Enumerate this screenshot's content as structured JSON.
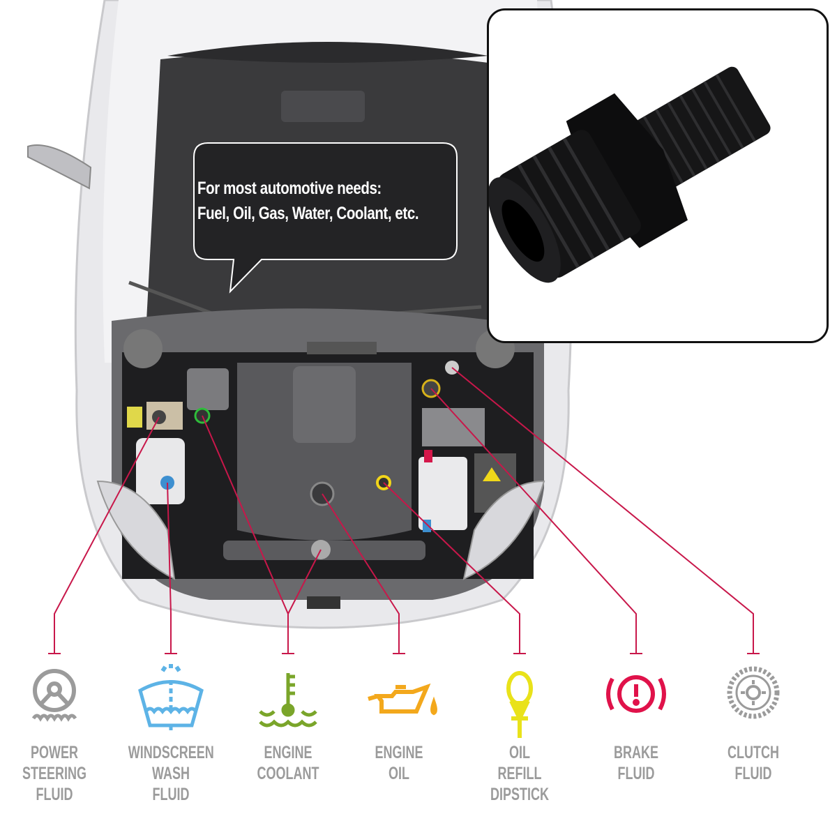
{
  "bubble": {
    "line1": "For most automotive needs:",
    "line2": "Fuel, Oil, Gas, Water, Coolant, etc."
  },
  "inset": {
    "subject": "black-fitting-adapter"
  },
  "colors": {
    "pointer": "#c8174a",
    "label": "#9b9b9b",
    "steering": "#9b9b9b",
    "washer": "#5db3e6",
    "coolant": "#7aa52a",
    "oil": "#f3a81c",
    "dipstick": "#e9e21a",
    "brake": "#e0124a",
    "clutch": "#9b9b9b"
  },
  "callouts": [
    {
      "icon": "steering-wheel-icon",
      "lines": [
        "POWER",
        "STEERING",
        "FLUID"
      ]
    },
    {
      "icon": "windscreen-washer-icon",
      "lines": [
        "WINDSCREEN",
        "WASH",
        "FLUID"
      ]
    },
    {
      "icon": "coolant-thermometer-icon",
      "lines": [
        "ENGINE",
        "COOLANT"
      ]
    },
    {
      "icon": "oil-can-icon",
      "lines": [
        "ENGINE",
        "OIL"
      ]
    },
    {
      "icon": "dipstick-icon",
      "lines": [
        "OIL",
        "REFILL",
        "DIPSTICK"
      ]
    },
    {
      "icon": "brake-warning-icon",
      "lines": [
        "BRAKE",
        "FLUID"
      ]
    },
    {
      "icon": "clutch-disc-icon",
      "lines": [
        "CLUTCH",
        "FLUID"
      ]
    }
  ]
}
